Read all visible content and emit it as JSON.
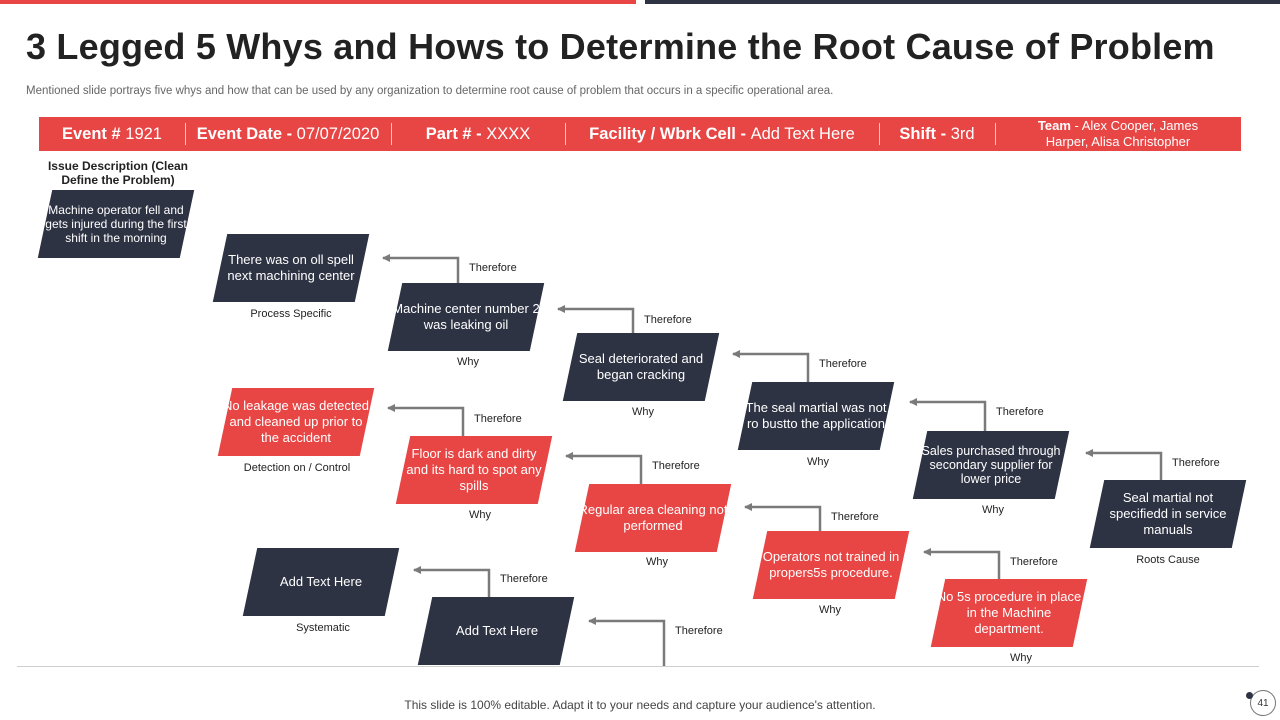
{
  "title": "3 Legged 5 Whys and Hows to Determine the Root Cause of Problem",
  "subtitle": "Mentioned slide portrays five whys and how that can be used by any organization to determine root cause of problem that occurs in a specific operational area.",
  "banner": {
    "event_label": "Event #",
    "event_value": "1921",
    "date_label": "Event Date -",
    "date_value": "07/07/2020",
    "part_label": "Part # -",
    "part_value": "XXXX",
    "facility_label": "Facility / Wbrk Cell -",
    "facility_value": "Add Text Here",
    "shift_label": "Shift -",
    "shift_value": "3rd",
    "team_label": "Team",
    "team_value": " - Alex Cooper, James Harper, Alisa Christopher"
  },
  "issue_heading": "Issue Description (Clean Define the Problem)",
  "issue_text": "Machine operator fell and gets injured during the first shift in the morning",
  "therefore": "Therefore",
  "row1": [
    {
      "text": "There was on oll spell next machining center",
      "label": "Process Specific"
    },
    {
      "text": "Machine center number 2 was leaking oil",
      "label": "Why"
    },
    {
      "text": "Seal deteriorated and began cracking",
      "label": "Why"
    },
    {
      "text": "The seal martial was not ro bustto the application",
      "label": "Why"
    },
    {
      "text": "Sales purchased through secondary supplier for lower price",
      "label": "Why"
    },
    {
      "text": "Seal martial not specifiedd in service manuals",
      "label": "Roots Cause"
    }
  ],
  "row2": [
    {
      "text": "No leakage was detected and cleaned up prior to the accident",
      "label": "Detection on / Control"
    },
    {
      "text": "Floor is dark and dirty and its hard to spot any spills",
      "label": "Why"
    },
    {
      "text": "Regular area cleaning not performed",
      "label": "Why"
    },
    {
      "text": "Operators not trained in propers5s procedure.",
      "label": "Why"
    },
    {
      "text": "No 5s procedure in place in the Machine department.",
      "label": "Why"
    }
  ],
  "row3": [
    {
      "text": "Add Text Here",
      "label": "Systematic"
    },
    {
      "text": "Add Text Here",
      "label": ""
    }
  ],
  "footer": "This slide is 100% editable. Adapt it to your needs and capture your audience's attention.",
  "page_number": "41",
  "colors": {
    "red": "#e84545",
    "dark": "#2e3344"
  }
}
